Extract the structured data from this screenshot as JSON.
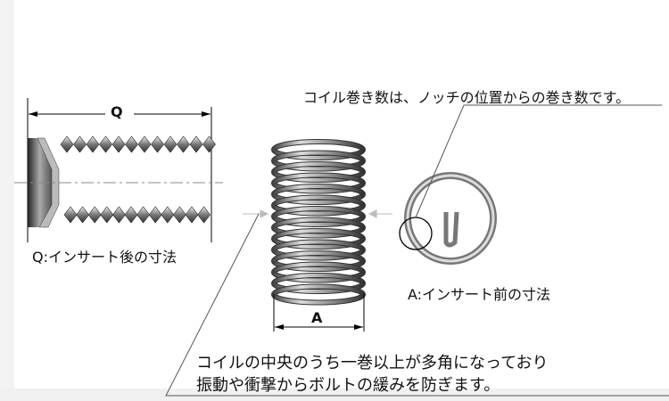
{
  "diagram": {
    "dimension_q": "Q",
    "dimension_a": "A",
    "label_after_insert": "Q:インサート後の寸法",
    "label_before_insert": "A:インサート前の寸法",
    "coil_count_note": "コイル巻き数は、ノッチの位置からの巻き数です。",
    "feature_note_line1": "コイルの中央のうち一巻以上が多角になっており",
    "feature_note_line2": "振動や衝撃からボルトの緩みを防ぎます。"
  },
  "colors": {
    "metal_dark": "#555555",
    "metal_light": "#d8d8d8",
    "guide": "#bbbbbb"
  }
}
